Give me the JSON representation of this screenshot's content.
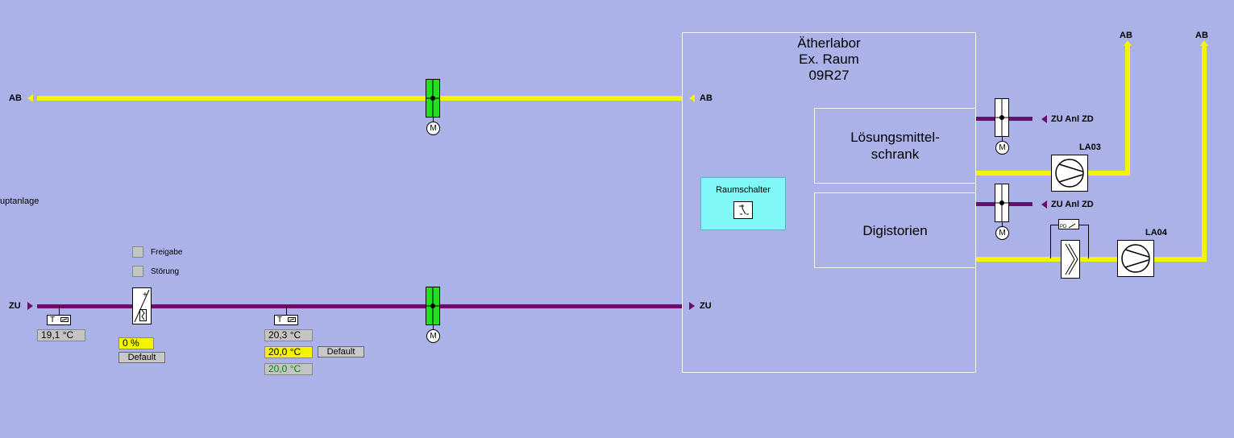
{
  "labels": {
    "ab_left": "AB",
    "ab_room": "AB",
    "zu_left": "ZU",
    "zu_room": "ZU",
    "anlage": "uptanlage",
    "ab_top1": "AB",
    "ab_top2": "AB",
    "zu_anl_zd_1": "ZU Anl ZD",
    "zu_anl_zd_2": "ZU Anl ZD",
    "la03": "LA03",
    "la04": "LA04",
    "freigabe": "Freigabe",
    "stoerung": "Störung"
  },
  "room": {
    "title_line1": "Ätherlabor",
    "title_line2": "Ex. Raum",
    "title_line3": "09R27",
    "cabinet": "Lösungsmittel-\nschrank",
    "digistorien": "Digistorien",
    "raumschalter": "Raumschalter"
  },
  "motor_label": "M",
  "sensor_label": "T",
  "values": {
    "temp_inlet": "19,1  °C",
    "heater_pct": "0  %",
    "temp_supply": "20,3  °C",
    "temp_setpoint": "20,0  °C",
    "temp_actual": "20,0  °C"
  },
  "buttons": {
    "default_1": "Default",
    "default_2": "Default"
  },
  "colors": {
    "background": "#aab2e8",
    "exhaust_duct": "#f4f400",
    "supply_duct": "#6b0e6b",
    "damper_open": "#20e020",
    "switch_button": "#80f8f8"
  }
}
